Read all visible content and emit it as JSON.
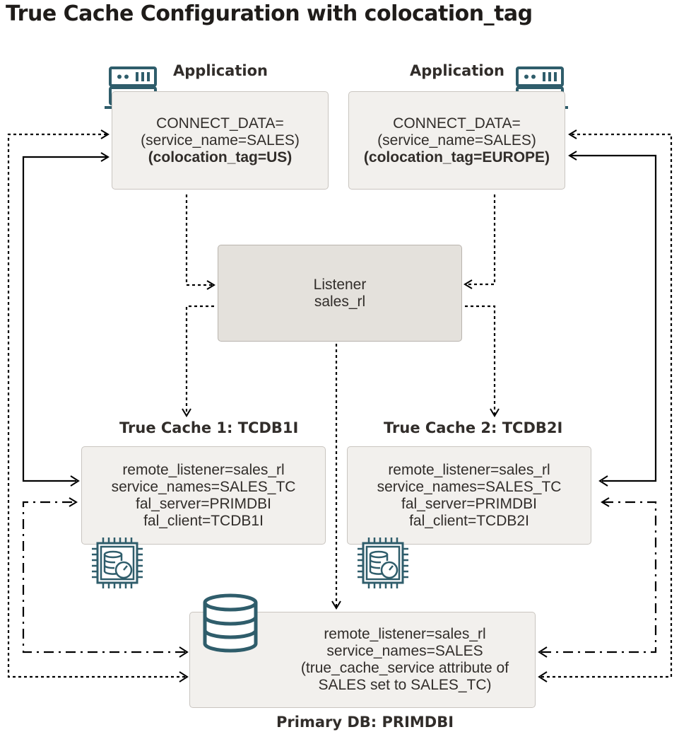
{
  "title": "True Cache Configuration with colocation_tag",
  "app_us": {
    "label": "Application",
    "line1": "CONNECT_DATA=",
    "line2": "(service_name=SALES)",
    "line3": "(colocation_tag=US)"
  },
  "app_eu": {
    "label": "Application",
    "line1": "CONNECT_DATA=",
    "line2": "(service_name=SALES)",
    "line3": "(colocation_tag=EUROPE)"
  },
  "listener": {
    "line1": "Listener",
    "line2": "sales_rl"
  },
  "cache1": {
    "label": "True Cache 1: TCDB1I",
    "line1": "remote_listener=sales_rl",
    "line2": "service_names=SALES_TC",
    "line3": "fal_server=PRIMDBI",
    "line4": "fal_client=TCDB1I"
  },
  "cache2": {
    "label": "True Cache 2: TCDB2I",
    "line1": "remote_listener=sales_rl",
    "line2": "service_names=SALES_TC",
    "line3": "fal_server=PRIMDBI",
    "line4": "fal_client=TCDB2I"
  },
  "primary": {
    "label": "Primary DB: PRIMDBI",
    "line1": "remote_listener=sales_rl",
    "line2": "service_names=SALES",
    "line3": "(true_cache_service attribute of",
    "line4": "SALES set to SALES_TC)"
  },
  "icons": {
    "server": "server-rack-icon",
    "true_cache": "database-chip-gauge-icon",
    "database": "database-cylinder-icon"
  },
  "colors": {
    "icon_teal": "#2f5d6b",
    "box_fill": "#f2f0ed",
    "listener_fill": "#e4e1dc",
    "line": "#000000"
  }
}
